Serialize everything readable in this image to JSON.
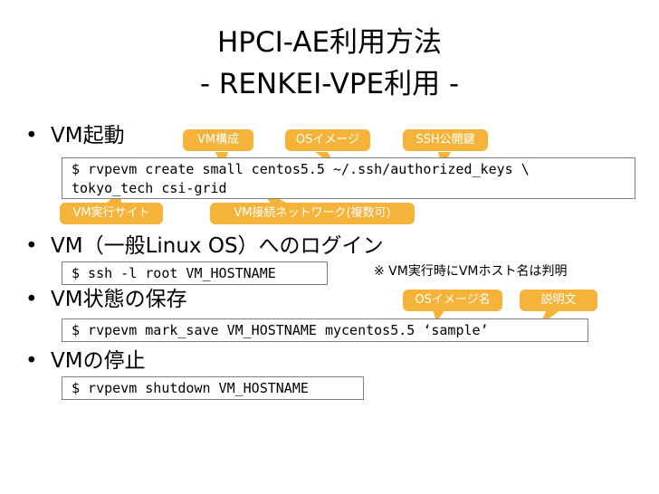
{
  "slide": {
    "title_line1": "HPCI-AE利用方法",
    "title_line2": "- RENKEI-VPE利用 -"
  },
  "sections": {
    "start": {
      "bullet": "•",
      "heading": "VM起動",
      "code_line1": "$ rvpevm create small centos5.5 ~/.ssh/authorized_keys \\",
      "code_line2": "tokyo_tech csi-grid",
      "callouts": {
        "vm_config": "VM構成",
        "os_image": "OSイメージ",
        "ssh_key": "SSH公開鍵",
        "vm_site": "VM実行サイト",
        "vm_network": "VM接続ネットワーク(複数可)"
      }
    },
    "login": {
      "bullet": "•",
      "heading": "VM（一般Linux OS）へのログイン",
      "code": "$ ssh -l root VM_HOSTNAME",
      "note": "※ VM実行時にVMホスト名は判明"
    },
    "save": {
      "bullet": "•",
      "heading": "VM状態の保存",
      "code": "$ rvpevm mark_save VM_HOSTNAME mycentos5.5 ‘sample’",
      "callouts": {
        "os_image_name": "OSイメージ名",
        "description": "説明文"
      }
    },
    "stop": {
      "bullet": "•",
      "heading": "VMの停止",
      "code": "$ rvpevm shutdown VM_HOSTNAME"
    }
  },
  "colors": {
    "callout_fill": "#f5b33a",
    "callout_text": "#ffffff",
    "code_border": "#7f7f7f"
  }
}
